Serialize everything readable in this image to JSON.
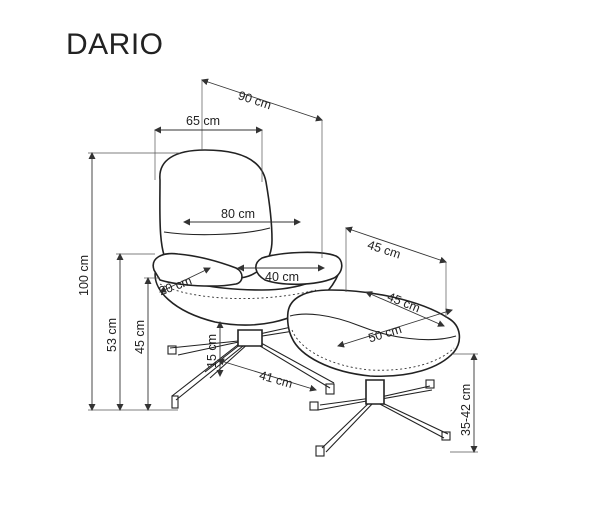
{
  "product": {
    "name": "DARIO"
  },
  "dimensions": {
    "chair_depth": "90 cm",
    "chair_width": "65 cm",
    "armrest_span": "80 cm",
    "seat_height_arm": "20 cm",
    "seat_width": "40 cm",
    "total_height": "100 cm",
    "arm_height": "53 cm",
    "seat_height": "45 cm",
    "base_height": "15 cm",
    "base_diameter": "41 cm",
    "ottoman_outer_depth": "45 cm",
    "ottoman_top_depth": "45 cm",
    "ottoman_width": "50 cm",
    "ottoman_height": "35-42 cm"
  }
}
